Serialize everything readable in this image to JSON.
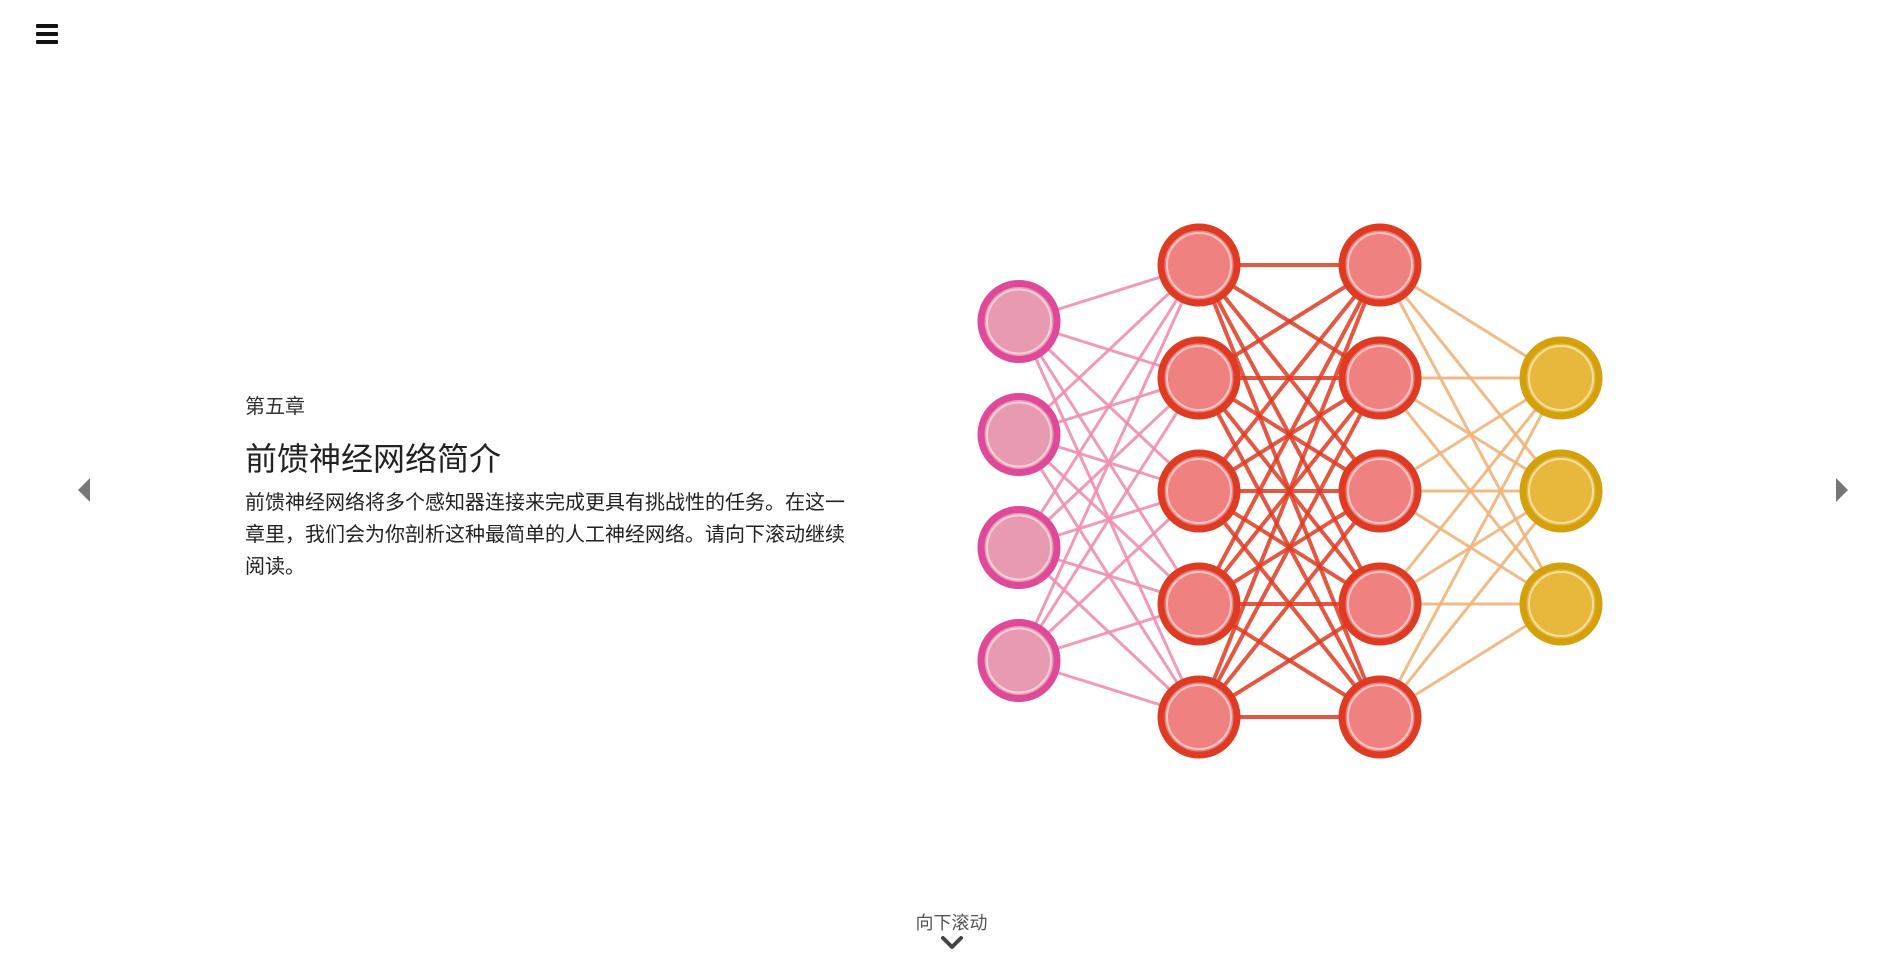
{
  "header": {
    "menu_icon": "hamburger-menu-icon"
  },
  "navigation": {
    "prev_icon": "triangle-left-icon",
    "next_icon": "triangle-right-icon"
  },
  "content": {
    "chapter_label": "第五章",
    "title": "前馈神经网络简介",
    "description": "前馈神经网络将多个感知器连接来完成更具有挑战性的任务。在这一章里，我们会为你剖析这种最简单的人工神经网络。请向下滚动继续阅读。"
  },
  "diagram": {
    "layers": [
      {
        "node_count": 4,
        "fill": "#e89ab0",
        "stroke": "#e0489a",
        "edge_color": "#ef8fb0"
      },
      {
        "node_count": 5,
        "fill": "#ef8280",
        "stroke": "#de3b22",
        "edge_color": "#e04a2c"
      },
      {
        "node_count": 5,
        "fill": "#ef8280",
        "stroke": "#de3b22",
        "edge_color": "#ecb27f"
      },
      {
        "node_count": 3,
        "fill": "#e8b83c",
        "stroke": "#d4a00c",
        "edge_color": null
      }
    ],
    "first_edge_color": "#ef8fb0",
    "middle_edge_color": "#de3b22",
    "last_edge_color": "#eeb47a"
  },
  "scroll": {
    "label": "向下滚动",
    "icon": "chevron-down-icon"
  }
}
